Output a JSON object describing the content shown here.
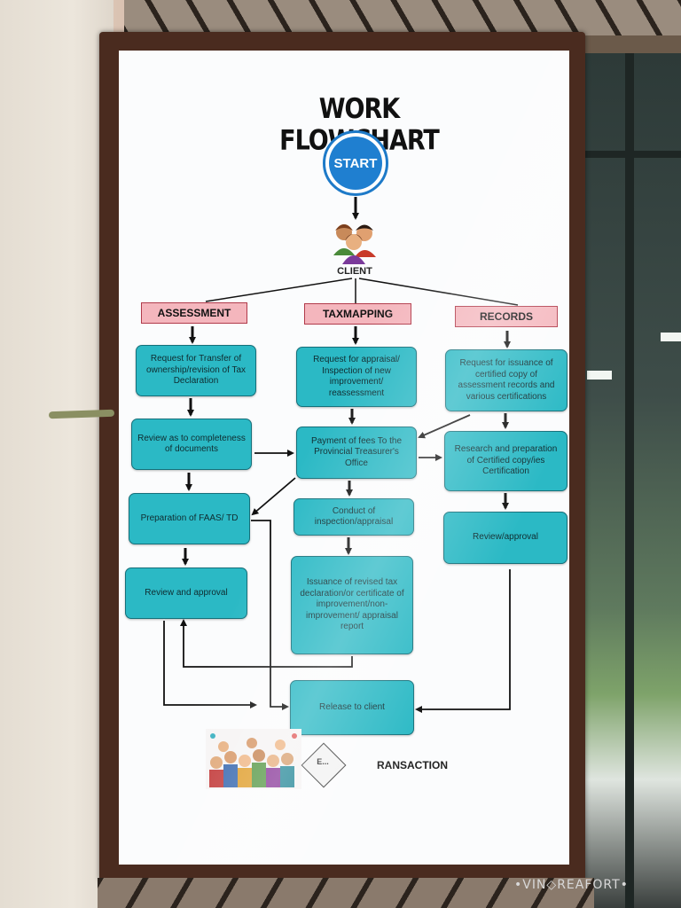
{
  "poster": {
    "title": "WORK FLOWCHART",
    "start_label": "START",
    "client_label": "CLIENT",
    "departments": {
      "assessment": "ASSESSMENT",
      "taxmapping": "TAXMAPPING",
      "records": "RECORDS"
    },
    "steps": {
      "a1": "Request for Transfer of ownership/revision of Tax Declaration",
      "a2": "Review as to completeness of documents",
      "a3": "Preparation of FAAS/ TD",
      "a4": "Review and approval",
      "t1": "Request for appraisal/ Inspection of new improvement/ reassessment",
      "t2": "Payment of fees To the Provincial Treasurer's Office",
      "t3": "Conduct of inspection/appraisal",
      "t4": "Issuance of revised tax declaration/or certificate of improvement/non-improvement/ appraisal report",
      "r1": "Request for issuance of certified copy of assessment records and various certifications",
      "r2": "Research and preparation of Certified copy/ies Certification",
      "r3": "Review/approval",
      "release": "Release to client"
    },
    "footer": {
      "diamond_text": "E...",
      "text": "RANSACTION"
    }
  },
  "watermark": "•VIN◇REAFORT•",
  "colors": {
    "box_fill": "#2bb9c5",
    "dept_fill": "#f4b6bd",
    "start_fill": "#1f7fd0"
  }
}
